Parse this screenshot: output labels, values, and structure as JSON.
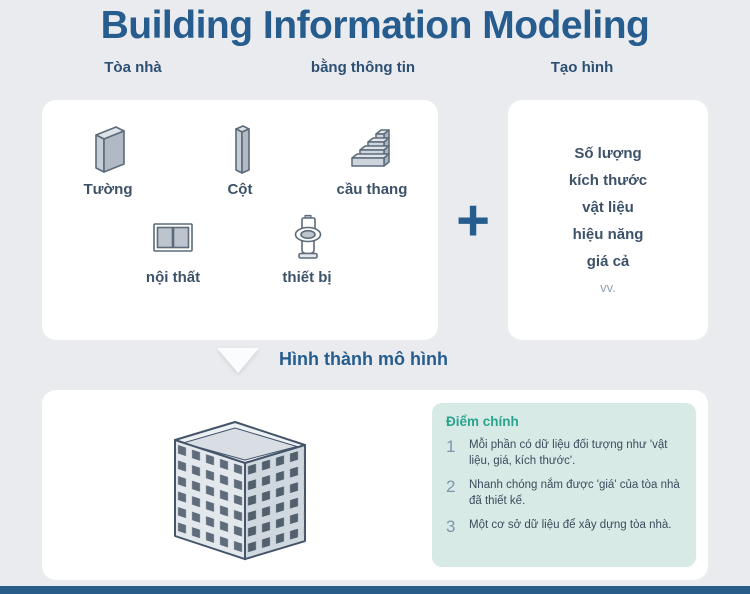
{
  "title": "Building Information Modeling",
  "subtitles": {
    "building": "Tòa nhà",
    "information": "bằng thông tin",
    "modeling": "Tạo hình"
  },
  "elements_card": {
    "items": [
      {
        "label": "Tường",
        "icon": "wall-icon"
      },
      {
        "label": "Cột",
        "icon": "column-icon"
      },
      {
        "label": "cầu thang",
        "icon": "stairs-icon"
      },
      {
        "label": "nội thất",
        "icon": "interior-icon"
      },
      {
        "label": "thiết bị",
        "icon": "equipment-icon"
      }
    ]
  },
  "plus_sign": "+",
  "attributes_card": {
    "items": [
      "Số lượng",
      "kích thước",
      "vật liệu",
      "hiệu năng",
      "giá cả"
    ],
    "etc": "vv."
  },
  "flow": {
    "arrow_label": "Hình thành mô hình"
  },
  "result_card": {
    "building_icon": "building-icon",
    "key_points": {
      "heading": "Điểm chính",
      "items": [
        {
          "num": "1",
          "text": "Mỗi phần có dữ liệu đối tượng như 'vật liệu, giá, kích thước'."
        },
        {
          "num": "2",
          "text": "Nhanh chóng nắm được 'giá' của tòa nhà đã thiết kế."
        },
        {
          "num": "3",
          "text": "Một cơ sở dữ liệu để xây dựng tòa nhà."
        }
      ]
    }
  },
  "colors": {
    "title_blue": "#265c8e",
    "teal": "#2aa38d",
    "panel_bg": "#d8eae6",
    "footer_blue": "#2a5c8a"
  }
}
